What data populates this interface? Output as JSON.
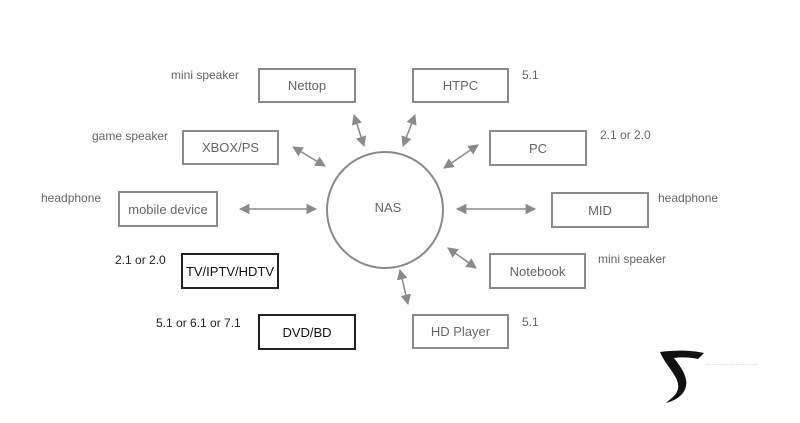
{
  "center": {
    "label": "NAS"
  },
  "devices": {
    "nettop": "Nettop",
    "htpc": "HTPC",
    "xbox": "XBOX/PS",
    "pc": "PC",
    "mobile": "mobile device",
    "mid": "MID",
    "notebook": "Notebook",
    "tv": "TV/IPTV/HDTV",
    "hdplayer": "HD Player",
    "dvd": "DVD/BD"
  },
  "audio": {
    "nettop": "mini speaker",
    "htpc": "5.1",
    "xbox": "game speaker",
    "pc": "2.1 or 2.0",
    "mobile": "headphone",
    "mid": "headphone",
    "notebook": "mini speaker",
    "tv": "2.1 or 2.0",
    "hdplayer": "5.1",
    "dvd": "5.1 or 6.1 or 7.1"
  },
  "colors": {
    "line": "#8a8a8a",
    "highlight": "#222222"
  }
}
